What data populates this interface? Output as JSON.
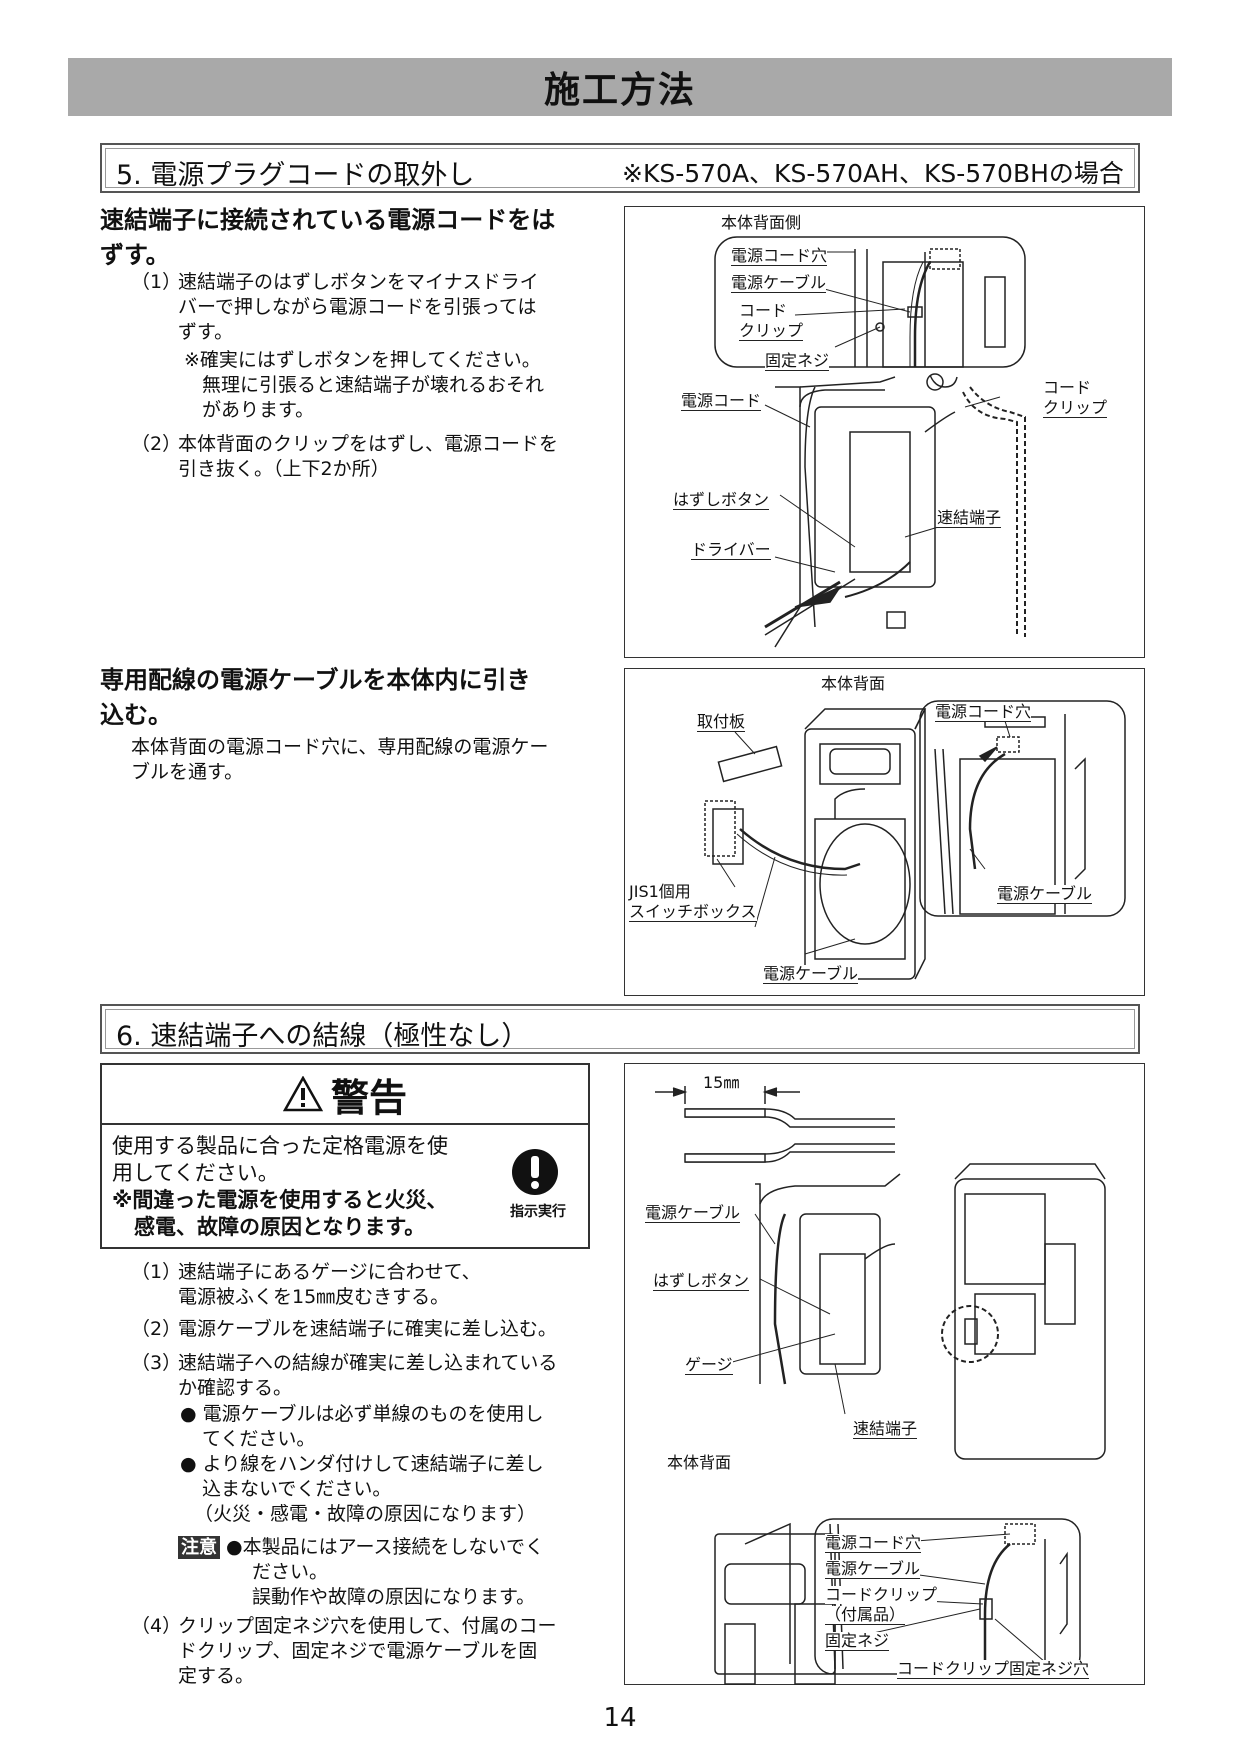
{
  "page_title": "施工方法",
  "page_number": "14",
  "section5": {
    "title": "5. 電源プラグコードの取外し",
    "note": "※KS-570A、KS-570AH、KS-570BHの場合",
    "part1": {
      "lead": [
        "速結端子に接続されている電源コードをは",
        "ずす。"
      ],
      "item1_num": "（1）",
      "item1_lines": [
        "速結端子のはずしボタンをマイナスドライ",
        "バーで押しながら電源コードを引張っては",
        "ずす。"
      ],
      "item1_note": [
        "※確実にはずしボタンを押してください。",
        "無理に引張ると速結端子が壊れるおそれ",
        "があります。"
      ],
      "item2_num": "（2）",
      "item2_lines": [
        "本体背面のクリップをはずし、電源コードを",
        "引き抜く。（上下2か所）"
      ]
    },
    "fig1": {
      "top_label": "本体背面側",
      "hole": "電源コード穴",
      "cable": "電源ケーブル",
      "clip_a": "コード",
      "clip_b": "クリップ",
      "screw": "固定ネジ",
      "cord": "電源コード",
      "clip2_a": "コード",
      "clip2_b": "クリップ",
      "release": "はずしボタン",
      "terminal": "速結端子",
      "driver": "ドライバー"
    },
    "part2": {
      "lead": [
        "専用配線の電源ケーブルを本体内に引き",
        "込む。"
      ],
      "body": [
        "本体背面の電源コード穴に、専用配線の電源ケー",
        "ブルを通す。"
      ]
    },
    "fig2": {
      "top_label": "本体背面",
      "plate": "取付板",
      "hole": "電源コード穴",
      "box_a": "JIS1個用",
      "box_b": "スイッチボックス",
      "cable_right": "電源ケーブル",
      "cable_bottom": "電源ケーブル"
    }
  },
  "section6": {
    "title": "6. 速結端子への結線（極性なし）",
    "warning": {
      "title": "警告",
      "text": [
        "使用する製品に合った定格電源を使",
        "用してください。"
      ],
      "bold": [
        "※間違った電源を使用すると火災、",
        "感電、故障の原因となります。"
      ],
      "icon_label": "指示実行"
    },
    "item1_num": "（1）",
    "item1_lines": [
      "速結端子にあるゲージに合わせて、",
      "電源被ふくを15㎜皮むきする。"
    ],
    "item2_num": "（2）",
    "item2_lines": [
      "電源ケーブルを速結端子に確実に差し込む。"
    ],
    "item3_num": "（3）",
    "item3_lines": [
      "速結端子への結線が確実に差し込まれている",
      "か確認する。"
    ],
    "bullet1": [
      "電源ケーブルは必ず単線のものを使用し",
      "てください。"
    ],
    "bullet2": [
      "より線をハンダ付けして速結端子に差し",
      "込まないでください。"
    ],
    "bullet2_note": "（火災・感電・故障の原因になります）",
    "caution_tag": "注意",
    "caution_lines": [
      "●本製品にはアース接続をしないでく",
      "ださい。"
    ],
    "caution_note": "誤動作や故障の原因になります。",
    "item4_num": "（4）",
    "item4_lines": [
      "クリップ固定ネジ穴を使用して、付属のコー",
      "ドクリップ、固定ネジで電源ケーブルを固",
      "定する。"
    ],
    "fig3": {
      "dim": "15㎜",
      "cable": "電源ケーブル",
      "release": "はずしボタン",
      "gauge": "ゲージ",
      "terminal": "速結端子",
      "rear": "本体背面",
      "hole": "電源コード穴",
      "cable2": "電源ケーブル",
      "clip_a": "コードクリップ",
      "clip_b": "（付属品）",
      "screw": "固定ネジ",
      "screw_hole": "コードクリップ固定ネジ穴"
    }
  }
}
